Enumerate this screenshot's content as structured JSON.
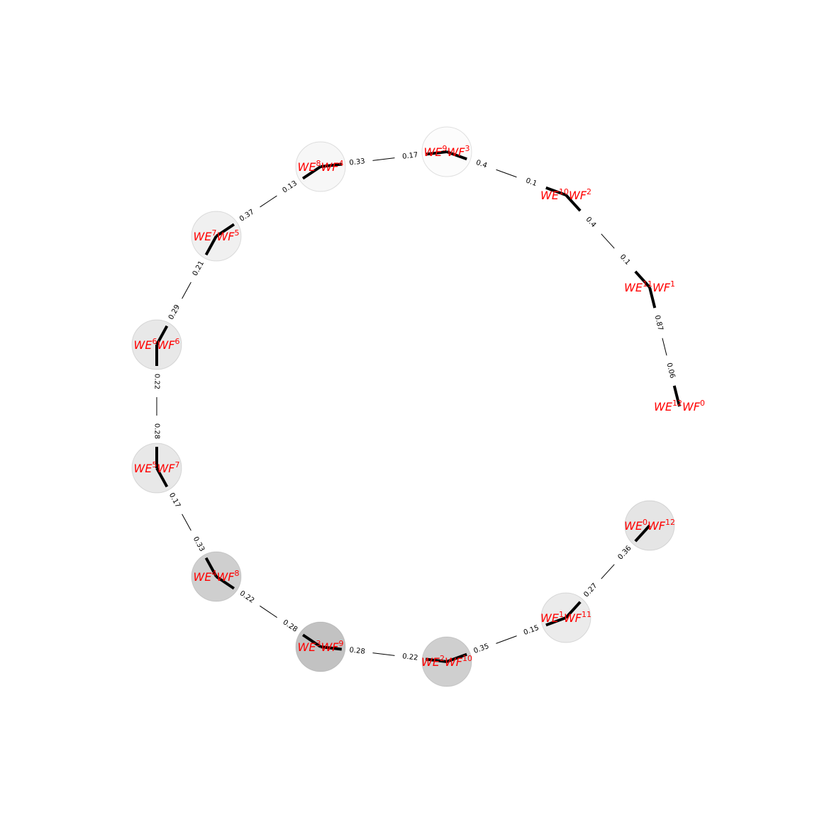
{
  "nodes": [
    {
      "id": "n0",
      "base": "WE",
      "e_exp": "0",
      "mid": "WF",
      "f_exp": "12",
      "shade": 0.1
    },
    {
      "id": "n1",
      "base": "WE",
      "e_exp": "1",
      "mid": "WF",
      "f_exp": "11",
      "shade": 0.08
    },
    {
      "id": "n2",
      "base": "WE",
      "e_exp": "2",
      "mid": "WF",
      "f_exp": "10",
      "shade": 0.19
    },
    {
      "id": "n3",
      "base": "WE",
      "e_exp": "3",
      "mid": "WF",
      "f_exp": "9",
      "shade": 0.24
    },
    {
      "id": "n4",
      "base": "WE",
      "e_exp": "4",
      "mid": "WF",
      "f_exp": "8",
      "shade": 0.19
    },
    {
      "id": "n5",
      "base": "WE",
      "e_exp": "5",
      "mid": "WF",
      "f_exp": "7",
      "shade": 0.09
    },
    {
      "id": "n6",
      "base": "WE",
      "e_exp": "6",
      "mid": "WF",
      "f_exp": "6",
      "shade": 0.09
    },
    {
      "id": "n7",
      "base": "WE",
      "e_exp": "7",
      "mid": "WF",
      "f_exp": "5",
      "shade": 0.06
    },
    {
      "id": "n8",
      "base": "WE",
      "e_exp": "8",
      "mid": "WF",
      "f_exp": "4",
      "shade": 0.03
    },
    {
      "id": "n9",
      "base": "WE",
      "e_exp": "9",
      "mid": "WF",
      "f_exp": "3",
      "shade": 0.01
    },
    {
      "id": "n10",
      "base": "WE",
      "e_exp": "10",
      "mid": "WF",
      "f_exp": "2",
      "shade": 0.0
    },
    {
      "id": "n11",
      "base": "WE",
      "e_exp": "11",
      "mid": "WF",
      "f_exp": "1",
      "shade": 0.0
    },
    {
      "id": "n12",
      "base": "WE",
      "e_exp": "12",
      "mid": "WF",
      "f_exp": "0",
      "shade": 0.0
    }
  ],
  "edges": [
    {
      "from": "n12",
      "to": "n11",
      "w_from": "0.06",
      "w_to": "0.87"
    },
    {
      "from": "n11",
      "to": "n10",
      "w_from": "0.1",
      "w_to": "0.4"
    },
    {
      "from": "n10",
      "to": "n9",
      "w_from": "0.1",
      "w_to": "0.4"
    },
    {
      "from": "n9",
      "to": "n8",
      "w_from": "0.17",
      "w_to": "0.33"
    },
    {
      "from": "n8",
      "to": "n7",
      "w_from": "0.13",
      "w_to": "0.37"
    },
    {
      "from": "n7",
      "to": "n6",
      "w_from": "0.21",
      "w_to": "0.29"
    },
    {
      "from": "n6",
      "to": "n5",
      "w_from": "0.22",
      "w_to": "0.28"
    },
    {
      "from": "n5",
      "to": "n4",
      "w_from": "0.17",
      "w_to": "0.33"
    },
    {
      "from": "n4",
      "to": "n3",
      "w_from": "0.22",
      "w_to": "0.28"
    },
    {
      "from": "n3",
      "to": "n2",
      "w_from": "0.28",
      "w_to": "0.22"
    },
    {
      "from": "n2",
      "to": "n1",
      "w_from": "0.35",
      "w_to": "0.15"
    },
    {
      "from": "n1",
      "to": "n0",
      "w_from": "0.27",
      "w_to": "0.36"
    }
  ],
  "colors": {
    "label": "#ff0000",
    "edge": "#000000",
    "node_fill": "#000000"
  }
}
